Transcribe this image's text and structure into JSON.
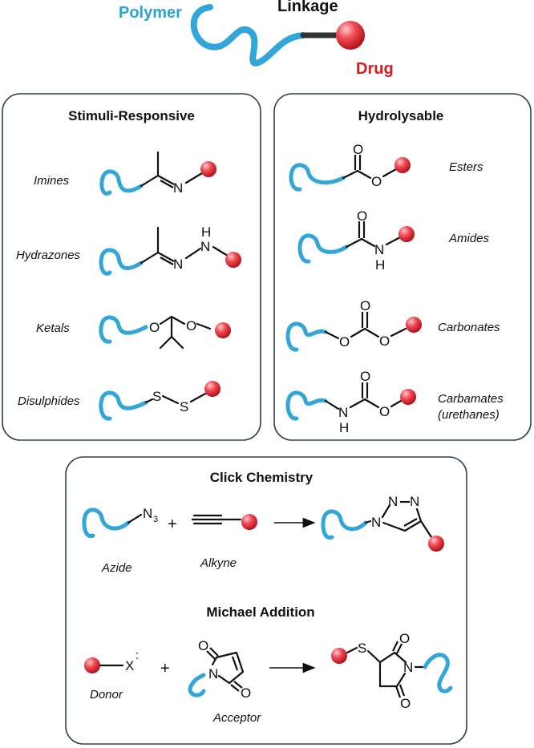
{
  "header": {
    "polymer": "Polymer",
    "linkage": "Linkage",
    "drug": "Drug"
  },
  "panels": {
    "stimuli": {
      "title": "Stimuli-Responsive",
      "items": [
        "Imines",
        "Hydrazones",
        "Ketals",
        "Disulphides"
      ]
    },
    "hydrolysable": {
      "title": "Hydrolysable",
      "items": [
        "Esters",
        "Amides",
        "Carbonates",
        "Carbamates",
        "(urethanes)"
      ]
    },
    "click": {
      "title": "Click Chemistry",
      "azide": "Azide",
      "alkyne": "Alkyne"
    },
    "michael": {
      "title": "Michael Addition",
      "donor": "Donor",
      "acceptor": "Acceptor"
    }
  },
  "atoms": {
    "N": "N",
    "H": "H",
    "O": "O",
    "S": "S",
    "X": "X",
    "N3_main": "N",
    "N3_sub": "3",
    "plus": "+",
    "colon": ":"
  },
  "colors": {
    "polymer": "#33a6d9",
    "drug": "#e8363f",
    "drug_text": "#d71920",
    "panel_border": "#2e4057"
  }
}
